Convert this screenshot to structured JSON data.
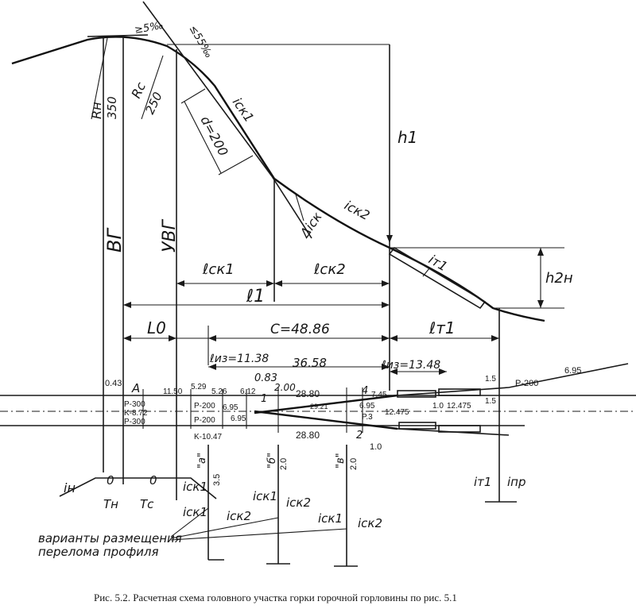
{
  "labels": {
    "grade_5": "≥5‰",
    "grade_55": "≤55‰",
    "rn": "Rн",
    "rn_val": "350",
    "rc": "Rc",
    "rc_val": "250",
    "isk1": "iск1",
    "d200": "d=200",
    "h1": "h1",
    "isk2": "iск2",
    "delta_isk": "Δiск",
    "vg": "ВГ",
    "uvg": "УВГ",
    "it1": "iт1",
    "h2n": "h2н",
    "lsk1": "ℓск1",
    "lsk2": "ℓск2",
    "l1": "ℓ1",
    "l0": "L0",
    "c": "C=48.86",
    "lt1": "ℓт1",
    "liz_a": "ℓиз=11.38",
    "liz_b": "ℓиз=13.48",
    "v3658": "36.58",
    "v083": "0.83",
    "v200": "2.00",
    "v043": "0.43",
    "A": "A",
    "v1150": "11.50",
    "v529": "5.29",
    "v526": "5.26",
    "v612": "6.12",
    "v1": "1",
    "v2880a": "28.80",
    "v4": "4",
    "v745": "7.45",
    "v15a": "1.5",
    "p200r": "P-200",
    "v695r": "6.95",
    "p300a": "P-300",
    "k872": "K-8.72",
    "p300b": "P-300",
    "p200a": "P-200",
    "v695a": "6.95",
    "p200b": "P-200",
    "v695b": "6.95",
    "k1047": "K-10.47",
    "v2921": "29.21",
    "v695c": "6.95",
    "p3": "P.3",
    "v12475a": "12.475",
    "v10a": "1.0",
    "v12475b": "12.475",
    "v15b": "1.5",
    "v2880b": "28.80",
    "v2": "2",
    "v10b": "1.0",
    "sw_a": "\"a\"",
    "v35": "3.5",
    "sw_b": "\"б\"",
    "v20a": "2.0",
    "sw_v": "\"в\"",
    "v20b": "2.0",
    "in": "iн",
    "zero1": "0",
    "zero2": "0",
    "tn": "Тн",
    "tc": "Тс",
    "b_isk1a": "iск1",
    "b_isk1b": "iск1",
    "b_isk2a": "iск2",
    "b_isk1c": "iск1",
    "b_isk2b": "iск2",
    "b_isk1d": "iск1",
    "b_isk2c": "iск2",
    "it1b": "iт1",
    "ipr": "iпр",
    "variants1": "варианты размещения",
    "variants2": "перелома профиля"
  },
  "caption": "Рис. 5.2. Расчетная схема головного участка горки горочной горловины по рис. 5.1"
}
